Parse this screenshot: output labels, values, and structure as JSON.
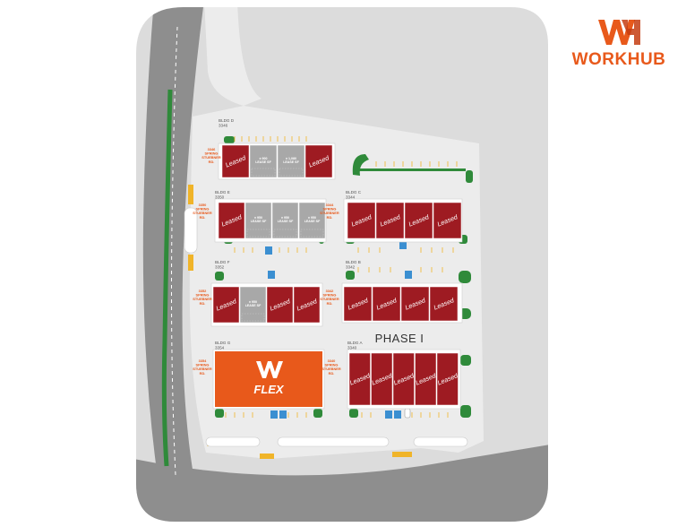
{
  "brand": {
    "name_part1": "WORK",
    "name_part2": "HUB",
    "logo_icon": "wh-logo-icon",
    "color": "#e8591b"
  },
  "colors": {
    "road": "#8e8e8e",
    "lot": "#ececec",
    "outside": "#d9d9d9",
    "leased_unit": "#9e1b22",
    "available_unit": "#a8a8a8",
    "flex": "#e8591b",
    "landscape": "#2f8a3a",
    "label": "#e8591b"
  },
  "phase_label": "PHASE I",
  "buildings": [
    {
      "id": "D",
      "name": "BLDG D",
      "number": "3346",
      "address": "3346 SPRING STUEBNER RD.",
      "units": [
        {
          "label": "Leased",
          "status": "leased"
        },
        {
          "label": "± 900 LEASE SF",
          "status": "available"
        },
        {
          "label": "± 1,080 LEASE SF",
          "status": "available"
        },
        {
          "label": "Leased",
          "status": "leased"
        }
      ]
    },
    {
      "id": "E",
      "name": "BLDG E",
      "number": "3350",
      "address": "3350 SPRING STUEBNER RD.",
      "units": [
        {
          "label": "Leased",
          "status": "leased"
        },
        {
          "label": "± 950 LEASE SF",
          "status": "available"
        },
        {
          "label": "± 950 LEASE SF",
          "status": "available"
        },
        {
          "label": "± 950 LEASE SF",
          "status": "available"
        }
      ]
    },
    {
      "id": "C",
      "name": "BLDG C",
      "number": "3344",
      "address": "3344 SPRING STUEBNER RD.",
      "units": [
        {
          "label": "Leased",
          "status": "leased"
        },
        {
          "label": "Leased",
          "status": "leased"
        },
        {
          "label": "Leased",
          "status": "leased"
        },
        {
          "label": "Leased",
          "status": "leased"
        }
      ]
    },
    {
      "id": "F",
      "name": "BLDG F",
      "number": "3352",
      "address": "3352 SPRING STUEBNER RD.",
      "units": [
        {
          "label": "Leased",
          "status": "leased"
        },
        {
          "label": "± 950 LEASE SF",
          "status": "available"
        },
        {
          "label": "Leased",
          "status": "leased"
        },
        {
          "label": "Leased",
          "status": "leased"
        }
      ]
    },
    {
      "id": "B",
      "name": "BLDG B",
      "number": "3342",
      "address": "3342 SPRING STUEBNER RD.",
      "units": [
        {
          "label": "Leased",
          "status": "leased"
        },
        {
          "label": "Leased",
          "status": "leased"
        },
        {
          "label": "Leased",
          "status": "leased"
        },
        {
          "label": "Leased",
          "status": "leased"
        }
      ]
    },
    {
      "id": "G",
      "name": "BLDG G",
      "number": "3354",
      "address": "3354 SPRING STUEBNER RD.",
      "flex_label": "FLEX",
      "units": []
    },
    {
      "id": "A",
      "name": "BLDG A",
      "number": "3340",
      "address": "3340 SPRING STUEBNER RD.",
      "units": [
        {
          "label": "Leased",
          "status": "leased"
        },
        {
          "label": "Leased",
          "status": "leased"
        },
        {
          "label": "Leased",
          "status": "leased"
        },
        {
          "label": "Leased",
          "status": "leased"
        },
        {
          "label": "Leased",
          "status": "leased"
        }
      ]
    }
  ],
  "icons": {
    "accessible_parking": "wheelchair-icon",
    "vehicle": "car-icon"
  }
}
